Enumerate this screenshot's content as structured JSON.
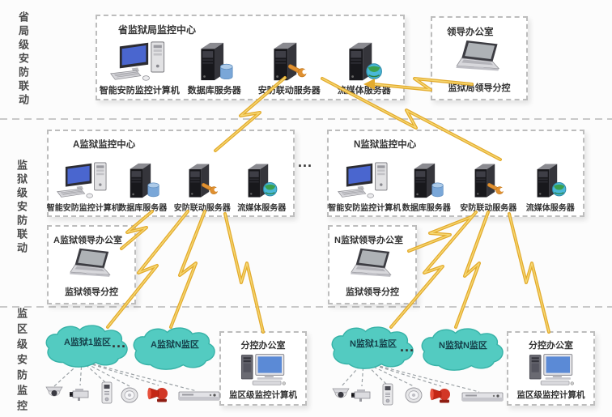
{
  "tiers": [
    {
      "label": "省局级安防联动"
    },
    {
      "label": "监狱级安防联动"
    },
    {
      "label": "监区级安防监控"
    }
  ],
  "provincial_center": {
    "title": "省监狱局监控中心",
    "nodes": [
      {
        "label": "智能安防监控计算机",
        "icon": "workstation-icon"
      },
      {
        "label": "数据库服务器",
        "icon": "database-server-icon"
      },
      {
        "label": "安防联动服务器",
        "icon": "linkage-server-icon"
      },
      {
        "label": "流媒体服务器",
        "icon": "media-server-icon"
      }
    ]
  },
  "bureau_leader_office": {
    "title": "领导办公室",
    "device_label": "监狱局领导分控",
    "icon": "laptop-icon"
  },
  "prison_centers": [
    {
      "title": "A监狱监控中心",
      "nodes": [
        {
          "label": "智能安防监控计算机",
          "icon": "workstation-icon"
        },
        {
          "label": "数据库服务器",
          "icon": "database-server-icon"
        },
        {
          "label": "安防联动服务器",
          "icon": "linkage-server-icon"
        },
        {
          "label": "流媒体服务器",
          "icon": "media-server-icon"
        }
      ]
    },
    {
      "title": "N监狱监控中心",
      "nodes": [
        {
          "label": "智能安防监控计算机",
          "icon": "workstation-icon"
        },
        {
          "label": "数据库服务器",
          "icon": "database-server-icon"
        },
        {
          "label": "安防联动服务器",
          "icon": "linkage-server-icon"
        },
        {
          "label": "流媒体服务器",
          "icon": "media-server-icon"
        }
      ]
    }
  ],
  "prison_leader_offices": [
    {
      "title": "A监狱领导办公室",
      "device_label": "监狱领导分控",
      "icon": "laptop-icon"
    },
    {
      "title": "N监狱领导办公室",
      "device_label": "监狱领导分控",
      "icon": "laptop-icon"
    }
  ],
  "subcontrol_offices": [
    {
      "title": "分控办公室",
      "device_label": "监区级监控计算机",
      "icon": "desktop-computer-icon"
    },
    {
      "title": "分控办公室",
      "device_label": "监区级监控计算机",
      "icon": "desktop-computer-icon"
    }
  ],
  "clouds": [
    {
      "label": "A监狱1监区"
    },
    {
      "label": "A监狱N监区"
    },
    {
      "label": "N监狱1监区"
    },
    {
      "label": "N监狱N监区"
    }
  ],
  "ellipsis": "...",
  "district_devices": [
    "dome-camera-icon",
    "box-camera-icon",
    "access-panel-icon",
    "smoke-detector-icon",
    "alarm-siren-icon",
    "dvr-recorder-icon"
  ],
  "connections": [
    {
      "from": "省监狱局监控中心",
      "to": "A监狱监控中心",
      "style": "lightning"
    },
    {
      "from": "省监狱局监控中心",
      "to": "N监狱监控中心",
      "style": "lightning"
    },
    {
      "from": "省监狱局监控中心",
      "to": "监狱局领导分控",
      "style": "lightning"
    },
    {
      "from": "A监狱监控中心",
      "to": "监狱领导分控",
      "style": "lightning"
    },
    {
      "from": "A监狱监控中心",
      "to": "A监狱1监区",
      "style": "lightning"
    },
    {
      "from": "A监狱监控中心",
      "to": "A监狱N监区",
      "style": "lightning"
    },
    {
      "from": "A监狱监控中心",
      "to": "分控办公室",
      "style": "lightning"
    },
    {
      "from": "N监狱监控中心",
      "to": "监狱领导分控",
      "style": "lightning"
    },
    {
      "from": "N监狱监控中心",
      "to": "N监狱1监区",
      "style": "lightning"
    },
    {
      "from": "N监狱监控中心",
      "to": "N监狱N监区",
      "style": "lightning"
    },
    {
      "from": "N监狱监控中心",
      "to": "分控办公室",
      "style": "lightning"
    },
    {
      "from": "A监狱1监区",
      "targets": "district_devices",
      "style": "dashed-fan"
    },
    {
      "from": "N监狱1监区",
      "targets": "district_devices",
      "style": "dashed-fan"
    }
  ],
  "colors": {
    "lightning": "#E3AB2E",
    "cloud": "#53CBC1",
    "alarm_red": "#CC2A1C",
    "screen_blue": "#4A66CF",
    "dashed_border": "#BDBDBD"
  }
}
